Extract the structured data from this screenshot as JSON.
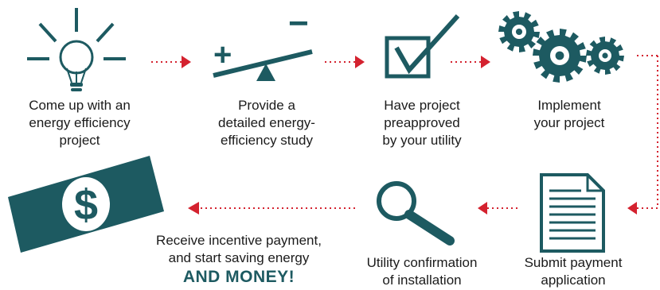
{
  "colors": {
    "teal": "#1d5a61",
    "arrow_red": "#d4222f",
    "white": "#ffffff"
  },
  "steps": [
    {
      "icon": "lightbulb-icon",
      "lines": [
        "Come up with an",
        "energy efficiency",
        "project"
      ]
    },
    {
      "icon": "seesaw-icon",
      "lines": [
        "Provide a",
        "detailed energy-",
        "efficiency study"
      ]
    },
    {
      "icon": "checkbox-icon",
      "lines": [
        "Have project",
        "preapproved",
        "by your utility"
      ]
    },
    {
      "icon": "gears-icon",
      "lines": [
        "Implement",
        "your project"
      ]
    },
    {
      "icon": "document-icon",
      "lines": [
        "Submit payment",
        "application"
      ]
    },
    {
      "icon": "magnifier-icon",
      "lines": [
        "Utility confirmation",
        "of installation"
      ]
    },
    {
      "icon": "money-icon",
      "lines": [
        "Receive incentive payment,",
        "and start saving energy"
      ],
      "emphasis": "AND MONEY!"
    }
  ],
  "symbols": {
    "plus": "+",
    "minus": "−",
    "dollar": "$"
  }
}
